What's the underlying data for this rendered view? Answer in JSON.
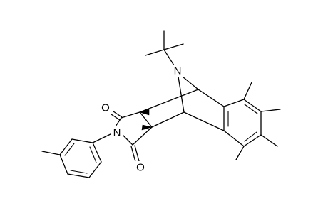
{
  "diagram": {
    "atoms": {
      "amine_n": "N",
      "imide_n": "N",
      "carbonyl_o_top": "O",
      "carbonyl_o_bottom": "O"
    }
  },
  "colors": {
    "background": "#ffffff",
    "bond": "#000000",
    "label": "#000000"
  }
}
